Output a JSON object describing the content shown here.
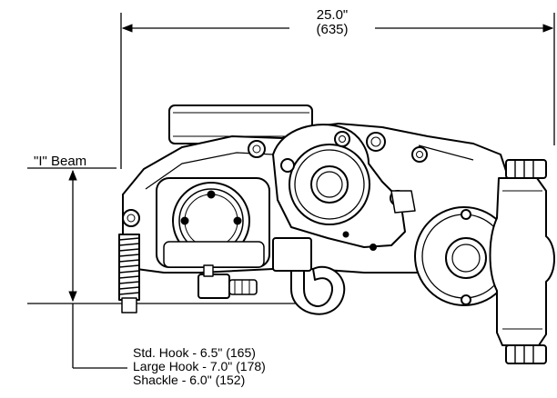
{
  "dimension": {
    "overall_width_in": "25.0\"",
    "overall_width_mm": "(635)"
  },
  "beam_label": "\"I\" Beam",
  "clearance_notes": [
    "Std. Hook - 6.5\" (165)",
    "Large Hook - 7.0\" (178)",
    "Shackle - 6.0\" (152)"
  ],
  "colors": {
    "line": "#000000",
    "background": "#ffffff"
  }
}
